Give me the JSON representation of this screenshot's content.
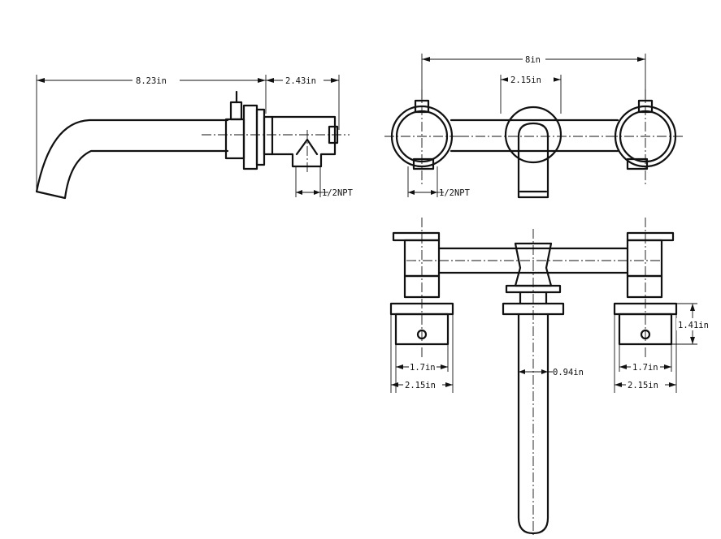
{
  "dimensions": {
    "side_spout_length": "8.23in",
    "side_body_depth": "2.43in",
    "side_inlet": "1/2NPT",
    "front_handle_spacing": "8in",
    "front_spout_width": "2.15in",
    "front_inlet": "1/2NPT",
    "top_plate_height": "1.41in",
    "top_left_inner": "1.7in",
    "top_left_outer": "2.15in",
    "top_right_inner": "1.7in",
    "top_right_outer": "2.15in",
    "top_spout_diameter": "0.94in"
  }
}
